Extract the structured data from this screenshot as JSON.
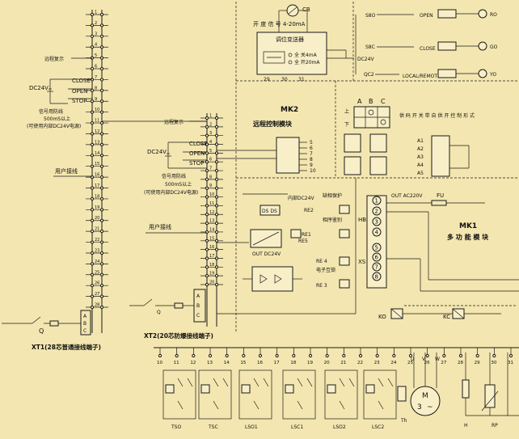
{
  "labels": {
    "open_close_signal": "开 度 信 号 4-20mA",
    "cb_mark": "CB",
    "transmitter_title": "调位变送器",
    "rating1": "全 关4mA",
    "rating2": "全 开20mA",
    "term29": "29",
    "term30": "30",
    "term31": "31",
    "dc24v_out": "DC24V",
    "remote_ctrl_1": "远程复示",
    "close1": "CLOSE",
    "open1": "OPEN",
    "stop1": "STOP",
    "dc24v_1": "DC24V",
    "signal_line_1": "信号用防线",
    "signal_500_1": "500mS以上",
    "signal_note_1": "(可使用内部DC24V电源)",
    "user_wiring_1": "用户接线",
    "mk2_title": "MK2",
    "mk2_sub": "远程控制模块",
    "remote_ctrl_2": "远程复示",
    "close2": "CLOSE",
    "open2": "OPEN",
    "stop2": "STOP",
    "dc24v_2": "DC24V",
    "signal_line_2": "信号用防线",
    "signal_500_2": "500mS以上",
    "signal_note_2": "(可使用内部DC24V电源)",
    "user_wiring_2": "用户接线",
    "col_a": "A",
    "col_b": "B",
    "col_c": "C",
    "upper": "上",
    "lower": "下",
    "switch_note": "供 码 开 关 带 自 供 开 控 制 形 式",
    "a1": "A1",
    "a2": "A2",
    "a3": "A3",
    "a4": "A4",
    "a5": "A5",
    "internal_dc24v": "内部DC24V",
    "ds_label": "DS DS",
    "out_dc24v": "OUT DC24V",
    "re5": "RE5",
    "phase_protect": "缺相保护",
    "phase_seq": "相序鉴别",
    "re1": "RE1",
    "re2": "RE2",
    "re4": "RE 4",
    "elec_interlock": "电子互锁",
    "re3": "RE 3",
    "hb": "HB",
    "xs": "XS",
    "out_ac220": "OUT AC220V",
    "fu": "FU",
    "mk1": "MK1",
    "mk1_sub": "多 功 能 模 块",
    "ko": "KO",
    "kc": "KC",
    "s80": "S8O",
    "s8c": "S8C",
    "open_sw": "OPEN",
    "close_sw": "CLOSE",
    "qc2": "QC2",
    "local_remote": "LOCAL/REMOTE",
    "ro": "RO",
    "go": "GO",
    "yo": "YO",
    "q_label": "Q",
    "xt1": "XT1(28芯普通接线端子)",
    "xt2": "XT2(20芯防爆接线端子)",
    "q_label2": "Q",
    "tso": "TSO",
    "tsc": "TSC",
    "lso1": "LSO1",
    "lsc1": "LSC1",
    "lso2": "LSO2",
    "lsc2": "LSC2",
    "th": "Th",
    "h": "H",
    "rp": "RP",
    "motor": "M",
    "motor3": "3",
    "term_u": "U",
    "term_v": "V",
    "term_w": "W"
  },
  "xt1_terms": [
    "1",
    "2",
    "3",
    "4",
    "5",
    "6",
    "7",
    "8",
    "9",
    "10",
    "11",
    "12",
    "13",
    "14",
    "15",
    "16",
    "17",
    "18",
    "19",
    "20",
    "21",
    "22",
    "23",
    "24",
    "25",
    "26",
    "27",
    "28"
  ],
  "xt2_terms": [
    "1",
    "2",
    "3",
    "4",
    "5",
    "6",
    "7",
    "8",
    "9",
    "10",
    "11",
    "12",
    "13",
    "14",
    "15",
    "16",
    "17",
    "18",
    "19",
    "20"
  ],
  "mk2_terms": [
    "5",
    "6",
    "7",
    "8",
    "9",
    "10"
  ],
  "hb_terms": [
    "1",
    "2",
    "3",
    "4"
  ],
  "xs_terms": [
    "5",
    "6",
    "7",
    "8"
  ],
  "bottom_terms": [
    "10",
    "11",
    "12",
    "13",
    "14",
    "15",
    "16",
    "17",
    "18",
    "19",
    "20",
    "21",
    "22",
    "23",
    "24",
    "25",
    "26",
    "27",
    "28",
    "29",
    "30",
    "31"
  ],
  "abc_terms": [
    "A",
    "B",
    "C"
  ]
}
